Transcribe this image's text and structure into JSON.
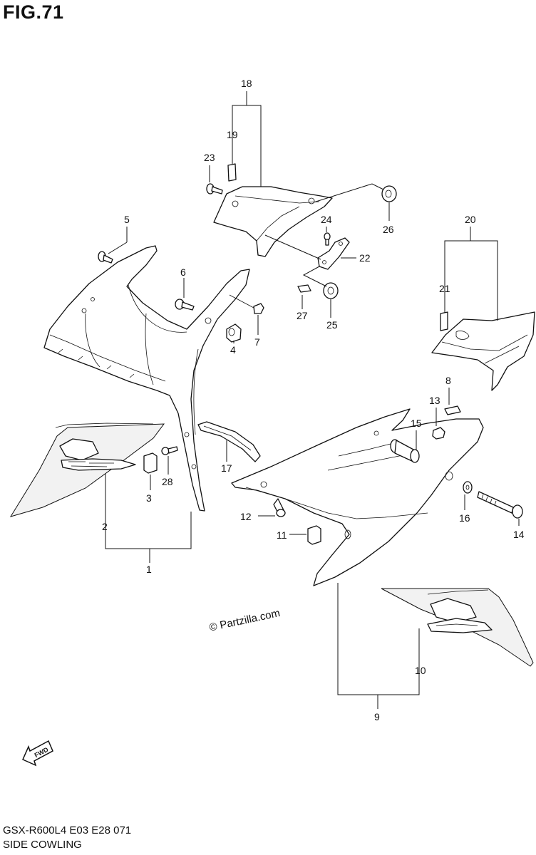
{
  "figure": {
    "title": "FIG.71",
    "model_code": "GSX-R600L4  E03  E28  071",
    "section_title": "SIDE COWLING",
    "watermark": "© Partzilla.com",
    "fwd_label": "FWD"
  },
  "callouts": [
    {
      "id": "c1",
      "text": "1"
    },
    {
      "id": "c2",
      "text": "2"
    },
    {
      "id": "c3",
      "text": "3"
    },
    {
      "id": "c4",
      "text": "4"
    },
    {
      "id": "c5",
      "text": "5"
    },
    {
      "id": "c6",
      "text": "6"
    },
    {
      "id": "c7",
      "text": "7"
    },
    {
      "id": "c8",
      "text": "8"
    },
    {
      "id": "c9",
      "text": "9"
    },
    {
      "id": "c10",
      "text": "10"
    },
    {
      "id": "c11",
      "text": "11"
    },
    {
      "id": "c12",
      "text": "12"
    },
    {
      "id": "c13",
      "text": "13"
    },
    {
      "id": "c14",
      "text": "14"
    },
    {
      "id": "c15",
      "text": "15"
    },
    {
      "id": "c16",
      "text": "16"
    },
    {
      "id": "c17",
      "text": "17"
    },
    {
      "id": "c18",
      "text": "18"
    },
    {
      "id": "c19",
      "text": "19"
    },
    {
      "id": "c20",
      "text": "20"
    },
    {
      "id": "c21",
      "text": "21"
    },
    {
      "id": "c22",
      "text": "22"
    },
    {
      "id": "c23",
      "text": "23"
    },
    {
      "id": "c24",
      "text": "24"
    },
    {
      "id": "c25",
      "text": "25"
    },
    {
      "id": "c26",
      "text": "26"
    },
    {
      "id": "c27",
      "text": "27"
    },
    {
      "id": "c28",
      "text": "28"
    }
  ]
}
